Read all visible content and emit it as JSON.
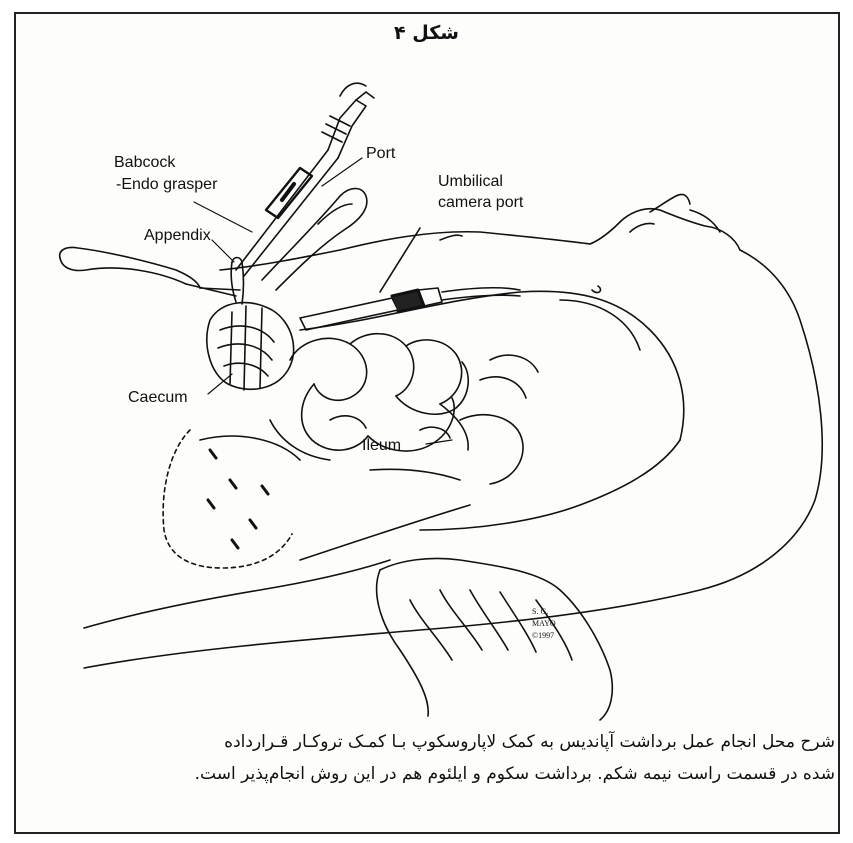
{
  "figure": {
    "title": "شکل ۴",
    "labels": {
      "babcock": "Babcock",
      "endo_grasper": "-Endo grasper",
      "port": "Port",
      "umbilical": "Umbilical",
      "camera_port": "camera port",
      "appendix": "Appendix",
      "caecum": "Caecum",
      "ileum": "Ileum"
    },
    "signature": {
      "initials": "S. G.",
      "org": "MAYO",
      "year": "©1997"
    }
  },
  "caption": {
    "line1": "شرح محل انجام عمل برداشت آپاندیس به کمک لاپاروسکوپ  بـا کمـک تروکـار قـرارداده",
    "line2": "شده در قسمت راست نیمه شکم. برداشت سکوم و ایلئوم هم در این روش انجام‌پذیر است."
  }
}
